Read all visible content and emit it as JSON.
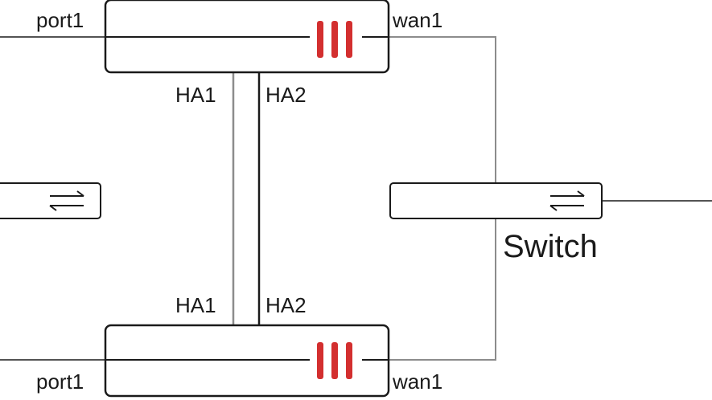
{
  "top_device": {
    "left_port_label": "port1",
    "right_port_label": "wan1",
    "ha1_label": "HA1",
    "ha2_label": "HA2",
    "icon": "fortigate-logo-icon"
  },
  "bottom_device": {
    "left_port_label": "port1",
    "right_port_label": "wan1",
    "ha1_label": "HA1",
    "ha2_label": "HA2",
    "icon": "fortigate-logo-icon"
  },
  "right_switch": {
    "label": "Switch",
    "icon": "bidirectional-arrows-icon"
  },
  "left_switch": {
    "icon": "bidirectional-arrows-icon"
  },
  "colors": {
    "device_border": "#1a1a1a",
    "link_gray": "#8c8c8c",
    "link_black": "#1a1a1a",
    "logo_red": "#d32f2f"
  }
}
